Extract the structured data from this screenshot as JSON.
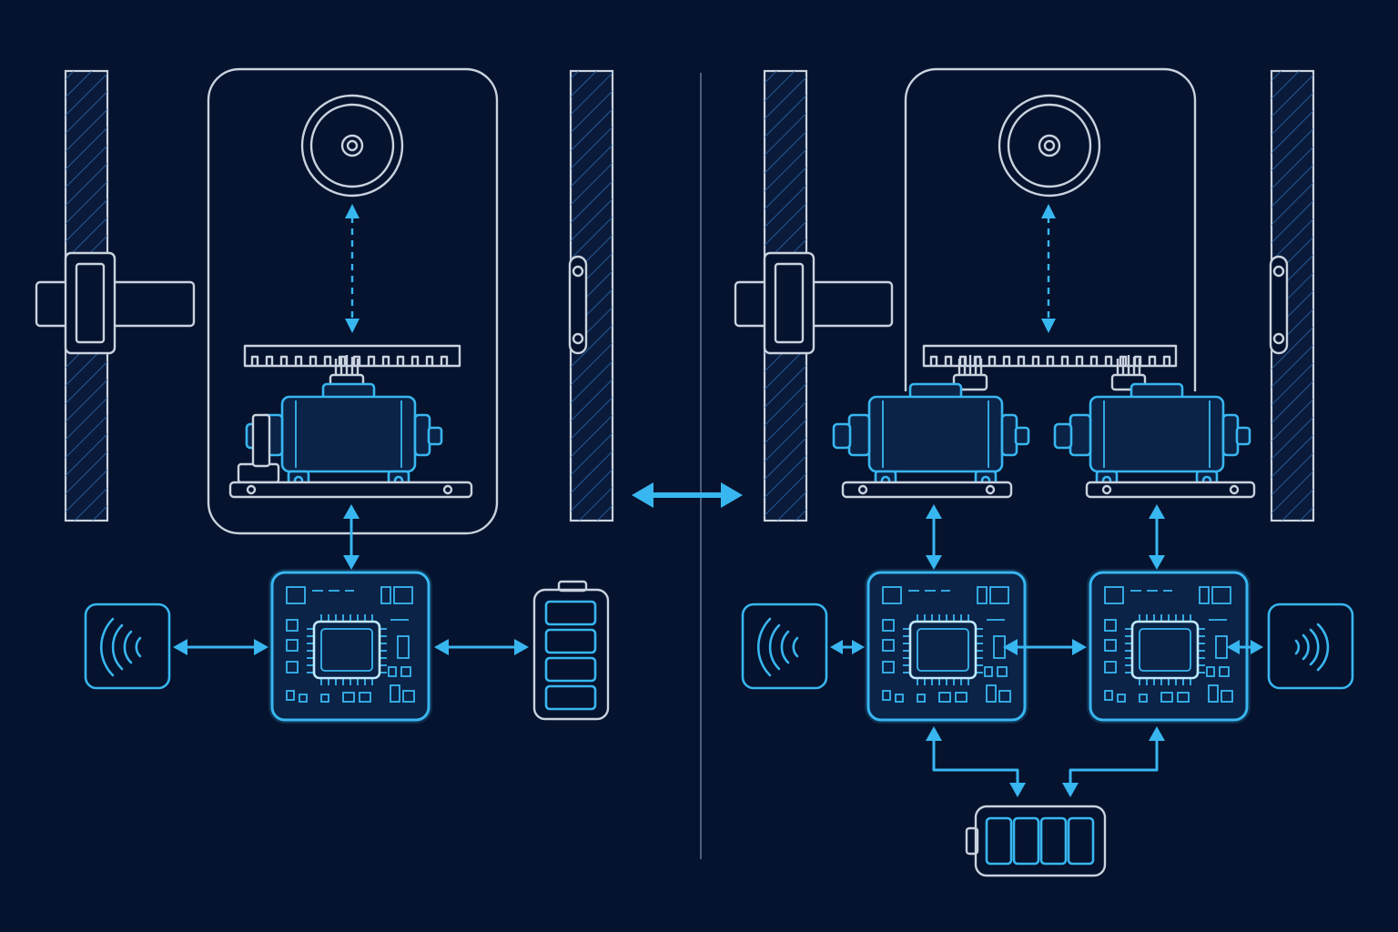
{
  "figure": {
    "colors": {
      "background": "#06132e",
      "line_light": "#c9d2de",
      "accent_blue": "#38b6f0",
      "divider": "#4d5f7e"
    },
    "panels": [
      {
        "name": "single-motor-configuration",
        "motors": 1,
        "control_boards": 1,
        "wireless_modules": 1,
        "battery_cells": 4,
        "battery_orientation": "vertical"
      },
      {
        "name": "dual-motor-configuration",
        "motors": 2,
        "control_boards": 2,
        "wireless_modules": 2,
        "battery_cells": 4,
        "battery_orientation": "horizontal"
      }
    ],
    "icons": [
      "wall-section",
      "door-handle",
      "lens-sensor",
      "gear-rack",
      "servo-motor",
      "circuit-board",
      "wireless-icon",
      "battery-icon",
      "bidirectional-arrow"
    ]
  }
}
